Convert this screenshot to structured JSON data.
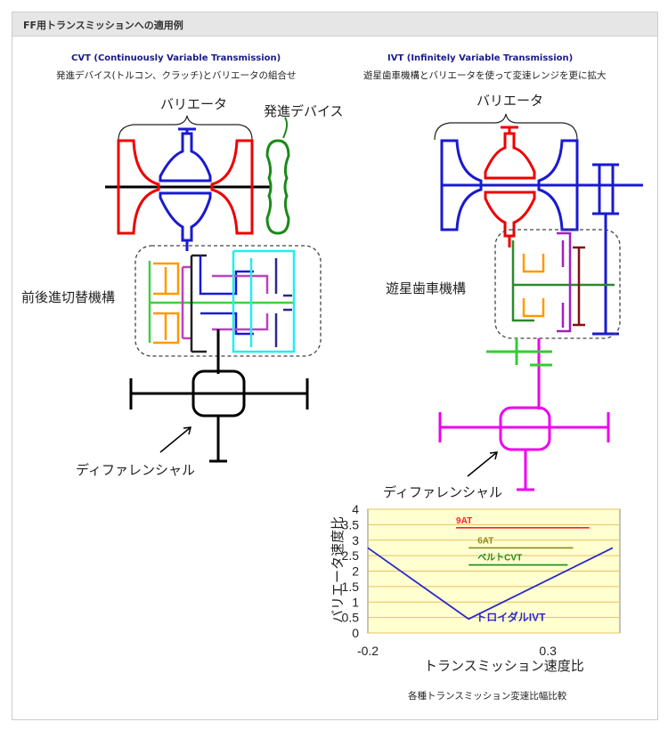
{
  "header": {
    "title": "FF用トランスミッションへの適用例"
  },
  "left": {
    "subtitle": "CVT (Continuously Variable Transmission)",
    "caption": "発進デバイス(トルコン、クラッチ)とバリエータの組合せ",
    "label_variator": "バリエータ",
    "label_start_device": "発進デバイス",
    "label_fwd_rev": "前後進切替機構",
    "label_diff": "ディファレンシャル"
  },
  "right": {
    "subtitle": "IVT (Infinitely Variable Transmission)",
    "caption": "遊星歯車機構とバリエータを使って変速レンジを更に拡大",
    "label_variator": "バリエータ",
    "label_planetary": "遊星歯車機構",
    "label_diff": "ディファレンシャル"
  },
  "chart_data": {
    "type": "line",
    "title": "",
    "xlabel": "トランスミッション速度比",
    "ylabel": "バリエータ速度比",
    "xlim": [
      -0.2,
      0.5
    ],
    "ylim": [
      0,
      4
    ],
    "x_ticks": [
      "-0.2",
      "0.3"
    ],
    "y_ticks": [
      "0",
      "0.5",
      "1",
      "1.5",
      "2",
      "2.5",
      "3",
      "3.5",
      "4"
    ],
    "series": [
      {
        "name": "9AT",
        "color": "#ff2020",
        "x": [
          0.045,
          0.415
        ],
        "y": [
          3.4,
          3.4
        ]
      },
      {
        "name": "6AT",
        "color": "#8a8a20",
        "x": [
          0.08,
          0.37
        ],
        "y": [
          2.75,
          2.75
        ]
      },
      {
        "name": "ベルトCVT",
        "color": "#1a8a1a",
        "x": [
          0.08,
          0.355
        ],
        "y": [
          2.2,
          2.2
        ]
      },
      {
        "name": "トロイダルIVT",
        "color": "#2a2acc",
        "x": [
          -0.2,
          0.08,
          0.48
        ],
        "y": [
          2.75,
          0.45,
          2.75
        ]
      }
    ]
  },
  "chart_caption": "各種トランスミッション変速比幅比較"
}
